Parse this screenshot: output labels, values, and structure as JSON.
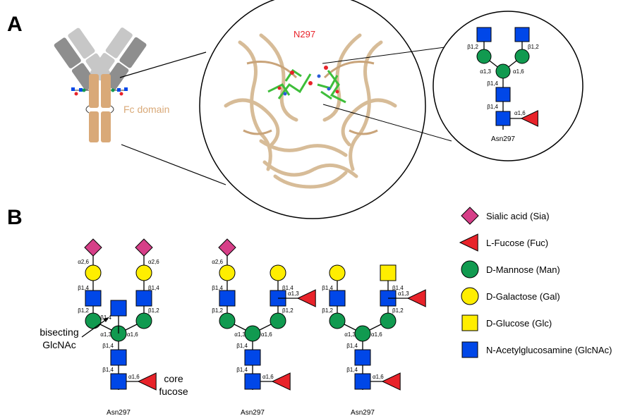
{
  "panel_a": {
    "letter": "A",
    "site_label": "N297",
    "fc_label": "Fc domain",
    "glycan": {
      "asn": "Asn297",
      "links": [
        "β1,2",
        "β1,2",
        "α1,3",
        "α1,6",
        "β1,4",
        "β1,4",
        "α1,6"
      ]
    }
  },
  "panel_b": {
    "letter": "B",
    "bisecting_label_line1": "bisecting",
    "bisecting_label_line2": "GlcNAc",
    "core_label_line1": "core",
    "core_label_line2": "fucose",
    "glycans": [
      {
        "asn": "Asn297",
        "links": {
          "sia_l": "α2,6",
          "sia_r": "α2,6",
          "gal_l": "β1,4",
          "gal_r": "β1,4",
          "glc_l": "β1,2",
          "glc_r": "β1,2",
          "bis": "β1,4",
          "man_l": "α1,3",
          "man_r": "α1,6",
          "core2": "β1,4",
          "core1": "β1,4",
          "fuc": "α1,6"
        }
      },
      {
        "asn": "Asn297",
        "links": {
          "sia_l": "α2,6",
          "gal_l": "β1,4",
          "gal_r": "β1,4",
          "glc_l": "β1,2",
          "glc_r": "β1,2",
          "fuc_arm": "α1,3",
          "man_l": "α1,3",
          "man_r": "α1,6",
          "core2": "β1,4",
          "core1": "β1,4",
          "fuc": "α1,6"
        }
      },
      {
        "asn": "Asn297",
        "links": {
          "gal_l": "β1,4",
          "glc_top": "β1,4",
          "glc_l": "β1,2",
          "glc_r": "β1,2",
          "fuc_arm": "α1,3",
          "man_l": "α1,3",
          "man_r": "α1,6",
          "core2": "β1,4",
          "core1": "β1,4",
          "fuc": "α1,6"
        }
      }
    ]
  },
  "legend": [
    {
      "shape": "diamond",
      "color": "#d63f88",
      "label": "Sialic acid (Sia)"
    },
    {
      "shape": "triangle",
      "color": "#e8232a",
      "label": "L-Fucose (Fuc)"
    },
    {
      "shape": "circle",
      "color": "#119a50",
      "label": "D-Mannose (Man)"
    },
    {
      "shape": "circle",
      "color": "#ffee00",
      "label": "D-Galactose (Gal)"
    },
    {
      "shape": "square",
      "color": "#ffee00",
      "label": "D-Glucose (Glc)"
    },
    {
      "shape": "square",
      "color": "#0047e8",
      "label": "N-Acetylglucosamine (GlcNAc)"
    }
  ],
  "colors": {
    "glcnac": "#0047e8",
    "man": "#119a50",
    "gal": "#ffee00",
    "fuc": "#e8232a",
    "sia": "#d63f88",
    "fc": "#d9a978",
    "protein": "#e8cfb0",
    "site_red": "#e8232a"
  }
}
